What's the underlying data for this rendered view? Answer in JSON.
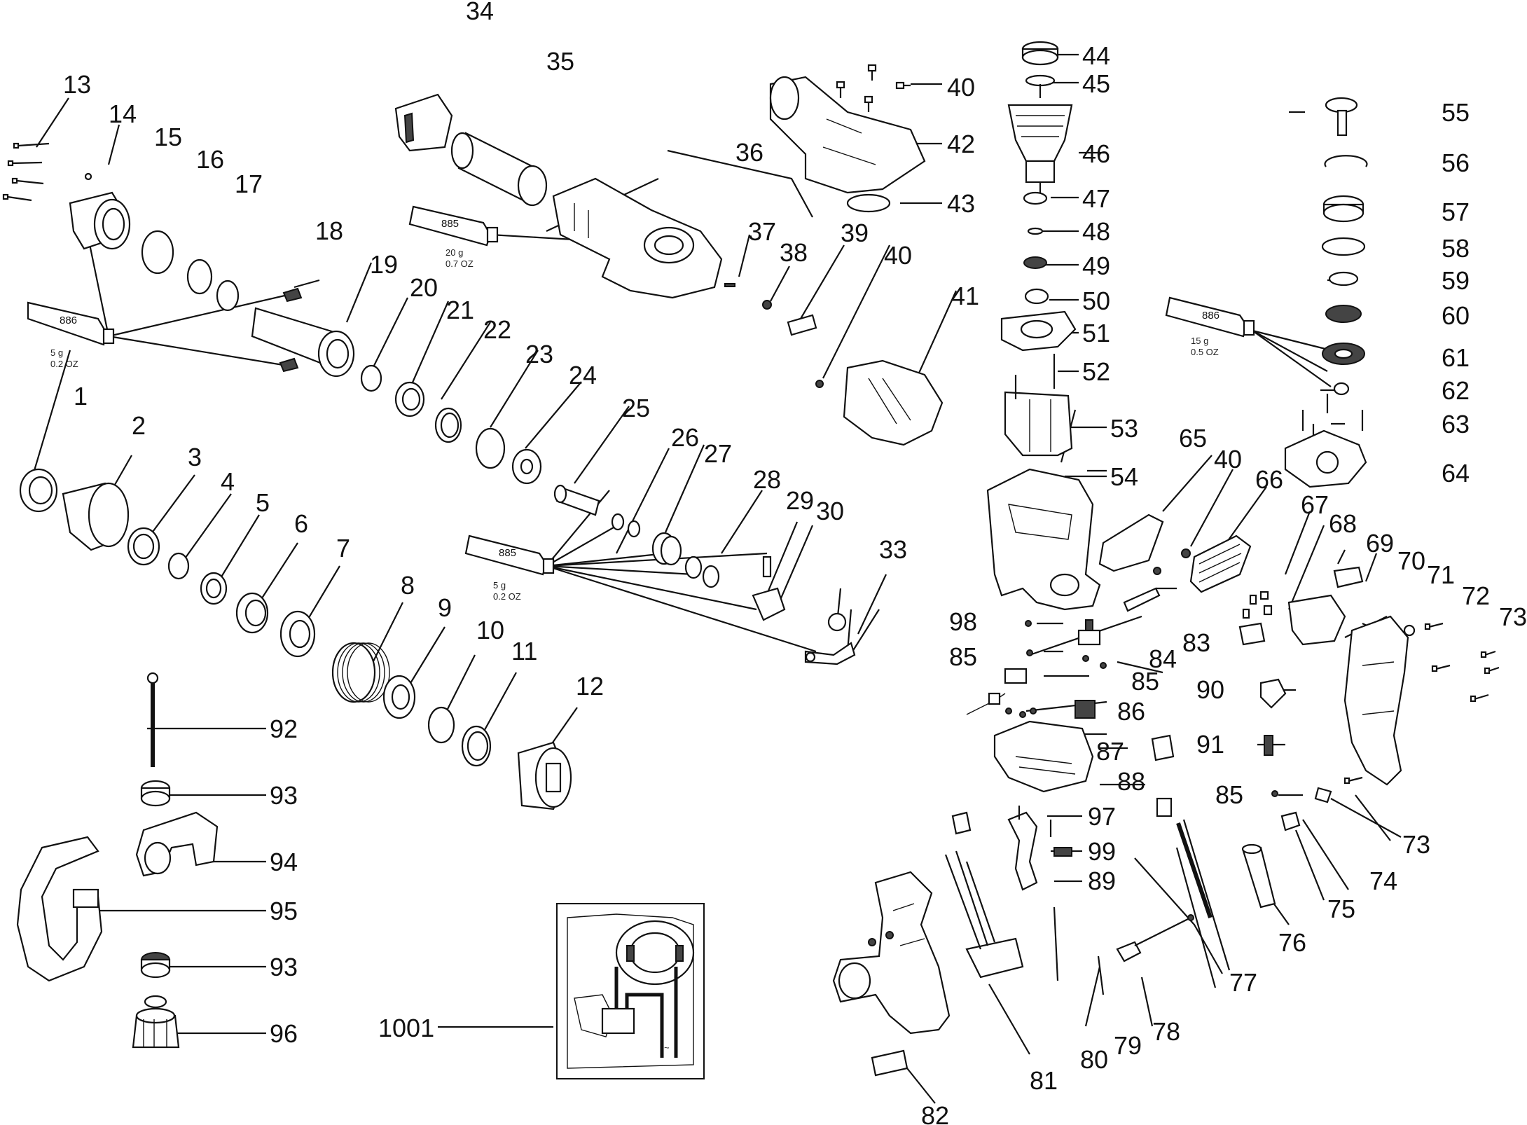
{
  "title": "Exploded parts diagram",
  "labels": {
    "p1": "1",
    "p2": "2",
    "p3": "3",
    "p4": "4",
    "p5": "5",
    "p6": "6",
    "p7": "7",
    "p8": "8",
    "p9": "9",
    "p10": "10",
    "p11": "11",
    "p12": "12",
    "p13": "13",
    "p14": "14",
    "p15": "15",
    "p16": "16",
    "p17": "17",
    "p18": "18",
    "p19": "19",
    "p20": "20",
    "p21": "21",
    "p22": "22",
    "p23": "23",
    "p24": "24",
    "p25": "25",
    "p26": "26",
    "p27": "27",
    "p28": "28",
    "p29": "29",
    "p30": "30",
    "p33": "33",
    "p34": "34",
    "p35": "35",
    "p36": "36",
    "p37": "37",
    "p38": "38",
    "p39": "39",
    "p40": "40",
    "p41": "41",
    "p42": "42",
    "p43": "43",
    "p44": "44",
    "p45": "45",
    "p46": "46",
    "p47": "47",
    "p48": "48",
    "p49": "49",
    "p50": "50",
    "p51": "51",
    "p52": "52",
    "p53": "53",
    "p54": "54",
    "p55": "55",
    "p56": "56",
    "p57": "57",
    "p58": "58",
    "p59": "59",
    "p60": "60",
    "p61": "61",
    "p62": "62",
    "p63": "63",
    "p64": "64",
    "p65": "65",
    "p66": "66",
    "p67": "67",
    "p68": "68",
    "p69": "69",
    "p70": "70",
    "p71": "71",
    "p72": "72",
    "p73": "73",
    "p74": "74",
    "p75": "75",
    "p76": "76",
    "p77": "77",
    "p78": "78",
    "p79": "79",
    "p80": "80",
    "p81": "81",
    "p82": "82",
    "p83": "83",
    "p84": "84",
    "p85": "85",
    "p86": "86",
    "p87": "87",
    "p88": "88",
    "p89": "89",
    "p90": "90",
    "p91": "91",
    "p92": "92",
    "p93": "93",
    "p94": "94",
    "p95": "95",
    "p96": "96",
    "p97": "97",
    "p98": "98",
    "p99": "99",
    "p1001": "1001"
  },
  "grease_tubes": {
    "t886a": {
      "code": "886",
      "weight": "5 g",
      "oz": "0.2 OZ"
    },
    "t885a": {
      "code": "885",
      "weight": "20 g",
      "oz": "0.7 OZ"
    },
    "t885b": {
      "code": "885",
      "weight": "5 g",
      "oz": "0.2 OZ"
    },
    "t886b": {
      "code": "886",
      "weight": "15 g",
      "oz": "0.5 OZ"
    }
  }
}
